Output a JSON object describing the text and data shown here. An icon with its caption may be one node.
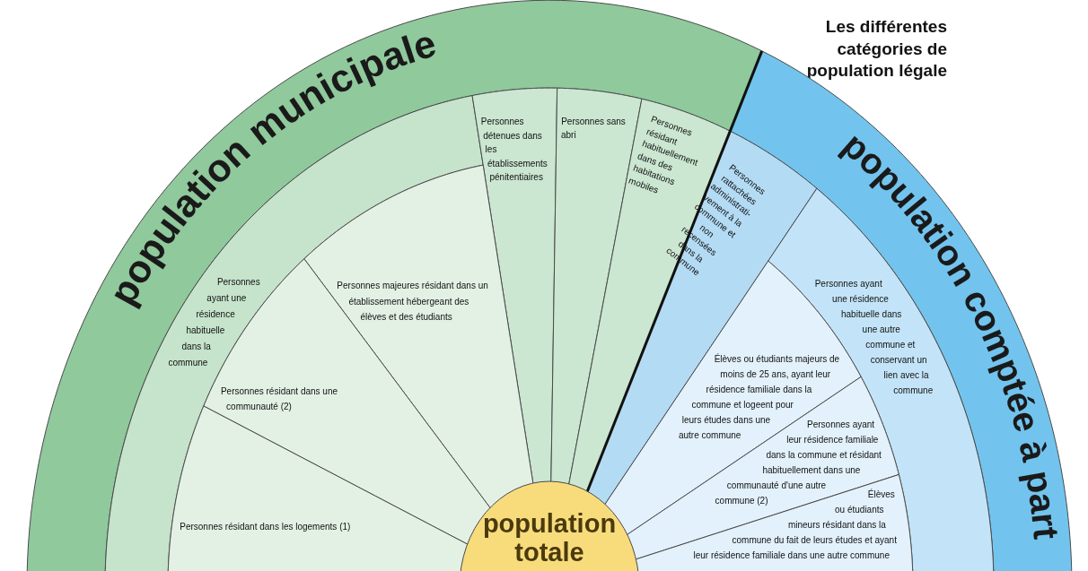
{
  "diagram": {
    "title": "Les différentes catégories de population légale",
    "nodes": [
      {
        "text": [
          "population municipale"
        ]
      },
      {
        "text": [
          "population comptée à part"
        ]
      },
      {
        "text": [
          "Personnes ayant une résidence habituelle dans la commune"
        ]
      },
      {
        "text": [
          "Personnes détenues dans les établissements pénitentiaires"
        ]
      },
      {
        "text": [
          "Personnes sans abri"
        ]
      },
      {
        "text": [
          "Personnes résidant habituellement dans des habitations mobiles"
        ]
      },
      {
        "text": [
          "Personnes rattachées administrati-vement à la commune et non recensées dans la commune"
        ]
      },
      {
        "text": [
          "Personnes majeures résidant dans un établissement hébergeant des élèves et des étudiants"
        ]
      },
      {
        "text": [
          "Personnes résidant dans une communauté (2)"
        ]
      },
      {
        "text": [
          "Personnes résidant dans les logements (1)"
        ]
      },
      {
        "text": [
          "Personnes ayant une résidence habituelle dans une autre commune et conservant un lien avec la commune"
        ]
      },
      {
        "text": [
          "Élèves ou étudiants majeurs de moins de 25 ans, ayant leur résidence familiale dans la commune et logeent pour leurs études dans une autre commune"
        ]
      },
      {
        "text": [
          "Personnes ayant leur résidence familiale dans la commune et résidant habituellement dans une communauté d'une autre commune (2)"
        ]
      },
      {
        "text": [
          "Élèves ou étudiants mineurs résidant dans la commune du fait de leurs études et ayant leur résidence familiale dans une autre commune"
        ]
      },
      {
        "text": [
          "population totale"
        ]
      }
    ]
  }
}
